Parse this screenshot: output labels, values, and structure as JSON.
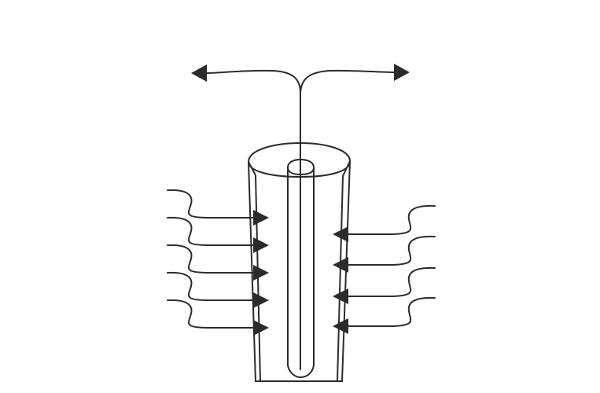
{
  "diagram": {
    "background_color": "#ffffff",
    "line_color": "#2b2b2b",
    "tube_fill_color": "#ffffff",
    "components": {
      "tube": "hollow-cylinder-cutaway",
      "outflow": "stream-splitting-left-and-right",
      "left_inflows": 5,
      "right_inflows": 4
    }
  }
}
